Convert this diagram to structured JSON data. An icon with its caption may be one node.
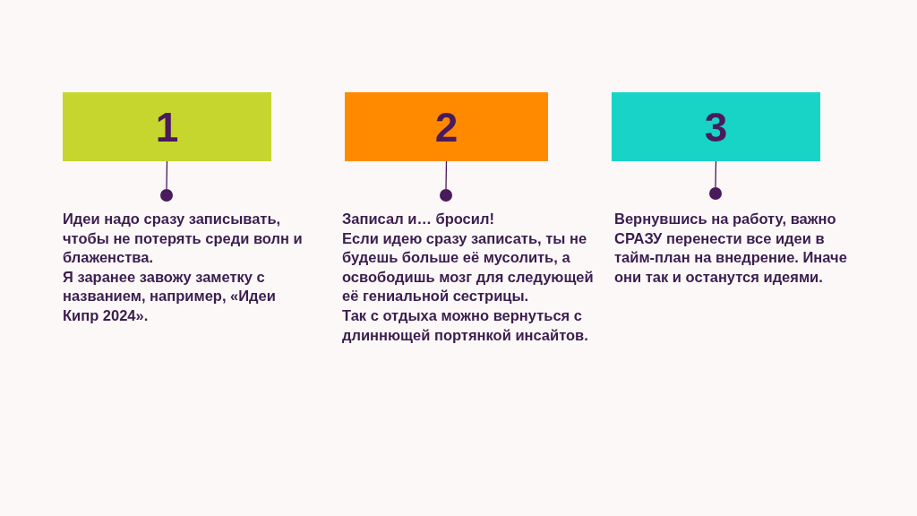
{
  "diagram": {
    "nodes": [
      {
        "text": [
          "1"
        ]
      },
      {
        "text": [],
        "shape": "circle",
        "beside": [
          "Идеи надо сразу записывать, чтобы не потерять среди волн и блаженства.",
          "Я заранее завожу заметку с названием, например, «Идеи Кипр 2024»."
        ]
      },
      {
        "text": [
          "2"
        ]
      },
      {
        "text": [],
        "shape": "circle",
        "beside": [
          "Записал и… бросил!",
          "Если идею сразу записать, ты не будешь больше её мусолить, а освободишь мозг для следующей её гениальной сестрицы.",
          "Так с отдыха можно вернуться с длиннющей портянкой инсайтов."
        ]
      },
      {
        "text": [
          "3"
        ]
      },
      {
        "text": [],
        "shape": "circle",
        "beside": [
          "Вернувшись на работу, важно СРАЗУ перенести все идеи в тайм-план на внедрение. Иначе они так и останутся идеями."
        ]
      }
    ],
    "edges": [
      {
        "from": 0,
        "to": 1,
        "arrow": "none"
      },
      {
        "from": 2,
        "to": 3,
        "arrow": "none"
      },
      {
        "from": 4,
        "to": 5,
        "arrow": "none"
      }
    ]
  }
}
